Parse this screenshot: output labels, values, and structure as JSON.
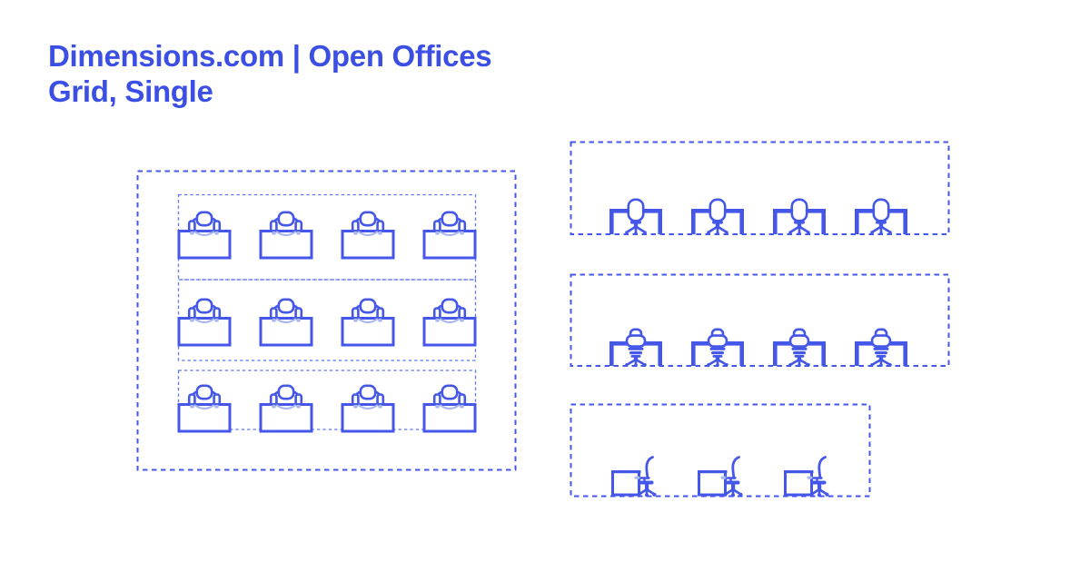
{
  "header": {
    "title_line1": "Dimensions.com | Open Offices",
    "title_line2": "Grid, Single"
  },
  "colors": {
    "title": "#3b4fe4",
    "line": "#4457e8",
    "ghost": "#aab7f3",
    "background": "#ffffff"
  },
  "diagram": {
    "plan": {
      "rows": 3,
      "desks_per_row": 4,
      "icon": "desk-chair-top-view-icon"
    },
    "elevations": [
      {
        "units": 4,
        "icon": "desk-chair-front-view-icon"
      },
      {
        "units": 4,
        "icon": "desk-chair-rear-view-icon"
      },
      {
        "units": 3,
        "icon": "desk-chair-side-view-icon"
      }
    ]
  }
}
